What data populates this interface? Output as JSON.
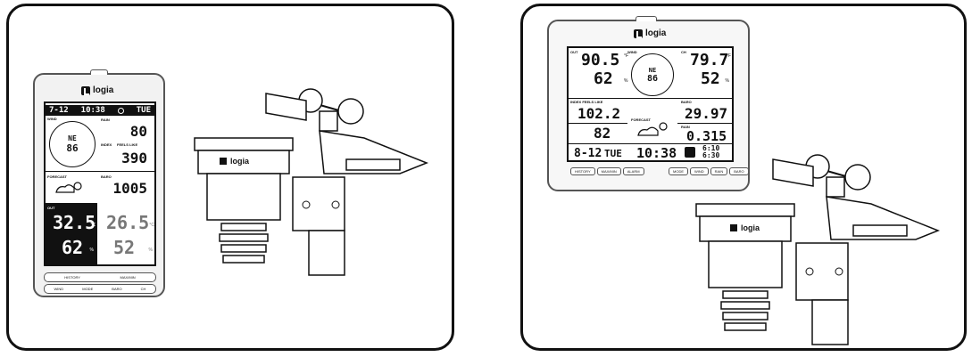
{
  "brand": {
    "name": "logia"
  },
  "left_console": {
    "date": "7-12",
    "time": "10:38",
    "day": "TUE",
    "rain_label": "RAIN",
    "rain_value": "80",
    "wind_label": "WIND",
    "wind_dir": "NE",
    "wind_speed": "86",
    "index_label": "INDEX",
    "feels_like_label": "FEELS LIKE",
    "index_value": "390",
    "baro_label": "BARO",
    "baro_value": "1005",
    "forecast_label": "FORECAST",
    "out_label": "OUT",
    "out_temp": "32.5",
    "out_temp_unit": "°C",
    "out_hum": "62",
    "out_hum_unit": "%",
    "in_temp": "26.5",
    "in_temp_unit": "°C",
    "in_hum": "52",
    "in_hum_unit": "%",
    "buttons_top": [
      "HISTORY",
      "MAX/MIN"
    ],
    "buttons_bottom": [
      "WIND",
      "MODE",
      "BARO",
      "CH"
    ]
  },
  "right_console": {
    "out_label": "OUT",
    "out_temp": "90.5",
    "out_temp_unit": "°F",
    "out_hum": "62",
    "out_hum_unit": "%",
    "wind_label": "WIND",
    "wind_dir": "NE",
    "wind_speed": "86",
    "ch_label": "CH",
    "ch_temp": "79.7",
    "ch_temp_unit": "°F",
    "ch_hum": "52",
    "ch_hum_unit": "%",
    "index_label": "INDEX FEELS LIKE",
    "index_value": "102.2",
    "baro_label": "BARO",
    "baro_value": "29.97",
    "forecast_label": "FORECAST",
    "rain_label": "RAIN",
    "rain_value": "0.315",
    "alt_value": "82",
    "date": "8-12",
    "day": "TUE",
    "time": "10:38",
    "sunrise": "6:10",
    "sunset": "6:30",
    "buttons_left": [
      "HISTORY",
      "MAX/MIN",
      "ALARM"
    ],
    "buttons_right": [
      "MODE",
      "WIND",
      "RAIN",
      "BARO"
    ]
  }
}
